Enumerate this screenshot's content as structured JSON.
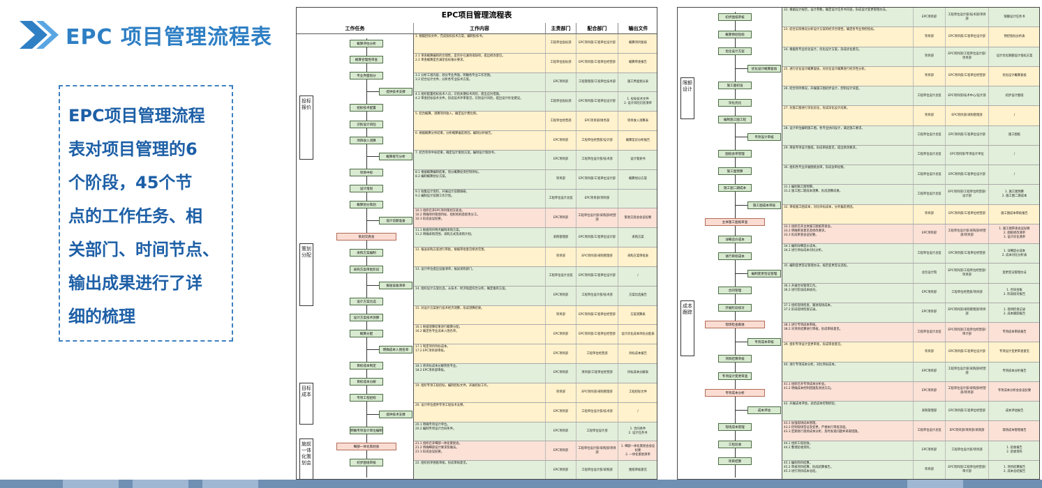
{
  "slide": {
    "title": "EPC 项目管理流程表",
    "description": [
      "EPC项目管理流程",
      "表对项目管理的6",
      "个阶段，45个节",
      "点的工作任务、相",
      "关部门、时间节点、",
      "输出成果进行了详",
      "细的梳理"
    ]
  },
  "document": {
    "title": "EPC项目管理流程表",
    "columns": [
      "工作任务",
      "工作内容",
      "主责部门",
      "配合部门",
      "输出文件"
    ]
  },
  "left_stages": [
    {
      "name": "投标\n报价"
    },
    {
      "name": "策划\n分配"
    },
    {
      "name": "目标\n成本"
    },
    {
      "name": "施前\n一体\n化策\n划会"
    }
  ],
  "left_nodes": [
    {
      "label": "概算评估分析",
      "color": "green"
    },
    {
      "label": "概算合理性审查",
      "color": "green"
    },
    {
      "label": "专业界面划分",
      "color": "green"
    },
    {
      "label": "提供技术支撑",
      "color": "green"
    },
    {
      "label": "招标技术配置",
      "color": "green"
    },
    {
      "label": "识别设计风险",
      "color": "green"
    },
    {
      "label": "项目收入测算",
      "color": "green"
    },
    {
      "label": "概算接写分析",
      "color": "green"
    },
    {
      "label": "项目中标",
      "color": "green"
    },
    {
      "label": "设计策划",
      "color": "green"
    },
    {
      "label": "概算划分策划",
      "color": "green"
    },
    {
      "label": "设计前期准备",
      "color": "green"
    },
    {
      "label": "策划交底会",
      "color": "pink"
    },
    {
      "label": "采购方案编制",
      "color": "green"
    },
    {
      "label": "采购方案审批阶段",
      "color": "green"
    },
    {
      "label": "报送设备清单",
      "color": "green"
    },
    {
      "label": "设计方案比选",
      "color": "green"
    },
    {
      "label": "设计方案技术测算",
      "color": "green"
    },
    {
      "label": "概算分配",
      "color": "green"
    },
    {
      "label": "明确成本入围名单",
      "color": "green"
    },
    {
      "label": "目标成本制定",
      "color": "green"
    },
    {
      "label": "目标成本分解",
      "color": "green"
    },
    {
      "label": "专项工程招标",
      "color": "green"
    },
    {
      "label": "提供技术支撑",
      "color": "green"
    },
    {
      "label": "明确专项设计单位编制合同条件",
      "color": "green"
    },
    {
      "label": "细部一体化策划会",
      "color": "pink"
    },
    {
      "label": "初步图纸审核",
      "color": "green"
    }
  ],
  "left_rows": [
    {
      "content": "1. 根据招标文件，完成投标技术方案，编制投标书。",
      "main": "工程单位投标部",
      "assist": "EPC项目部/工程单位设计部",
      "output": "概算项目复核",
      "color": "yellow"
    },
    {
      "content": "2.1 审查概算编制的合理性，是否存在漏项或缺项，提出修改意见。\n2.2 审查概算是否满足投标报价要求。",
      "main": "工程单位投标部",
      "assist": "EPC项目部/工程单位经营部",
      "output": "概算审查报告",
      "color": "yellow"
    },
    {
      "content": "3.1 分析工程内容，划分专业界面，明确各专业工作范围。\n3.2 结合设计文件，分析各专业技术方案。",
      "main": "EPC项目部",
      "assist": "工程管理部/工程单位技术部",
      "output": "施工界面划分表",
      "color": "green"
    },
    {
      "content": "4.1 组织配置招标技术人员，识别关键技术风险，提出应对措施。\n4.2 审查招标技术文件，形成技术评审意见，识别设计风险，提出设计优化建议。",
      "main": "工程单位投标部",
      "assist": "EPC项目部/工程单位设计部",
      "output": "1. 投标技术文件\n2. 设计风险识别清单",
      "color": "green"
    },
    {
      "content": "5. 结合概算，测算项目收入，确定设计费比例。",
      "main": "工程单位经营部",
      "assist": "EPC项目部/财务部",
      "output": "项目收入测算表",
      "color": "yellow"
    },
    {
      "content": "6. 根据概算分析结果，分析概算偏差原因，编制分析报告。",
      "main": "EPC项目部",
      "assist": "工程单位经营部/设计部",
      "output": "概算差异分析报告",
      "color": "yellow"
    },
    {
      "content": "7. 结合项目中标结果，确定设计策划方案，编制设计策划书。",
      "main": "EPC项目部",
      "assist": "工程单位设计部/技术部",
      "output": "设计策划书",
      "color": "green"
    },
    {
      "content": "8.1 根据概算编制结果，划分概算投资控制目标。\n8.2 编制概算划分方案。",
      "main": "项目部",
      "assist": "EPC项目部/工程单位设计部",
      "output": "概算划分方案",
      "color": "green"
    },
    {
      "content": "9.1 收集设计资料，开展设计前期调研。\n9.2 编制设计前期工作计划。",
      "main": "工程单位设计总监",
      "assist": "EPC项目部/项目部",
      "output": "",
      "color": "green"
    },
    {
      "content": "10.1 组织召开EPC项目策划交底会。\n10.2 明确项目管理目标、组织机构及职责分工。\n10.3 形成会议纪要。",
      "main": "EPC项目部",
      "assist": "工程单位设计部/采购部/经营部",
      "output": "策划交底会会议纪要",
      "color": "pink"
    },
    {
      "content": "11.1 根据项目特点编制采购方案。\n11.2 明确采购范围、采购方式及采购计划。",
      "main": "采购管理部",
      "assist": "EPC项目部/工程单位设计部",
      "output": "采购方案",
      "color": "green"
    },
    {
      "content": "12. 报送采购方案进行审批，根据审批意见修改完善。",
      "main": "项目部",
      "assist": "EPC项目部/采购管理部",
      "output": "采购方案审批表",
      "color": "yellow"
    },
    {
      "content": "13. 设计单位提出设备清单，报送采购部门。",
      "main": "工程单位设计总监",
      "assist": "EPC项目部/工程单位设计部",
      "output": "/",
      "color": "green"
    },
    {
      "content": "14. 组织设计方案比选，从技术、经济角度综合分析，确定推荐方案。",
      "main": "EPC项目部",
      "assist": "工程单位设计部/技术部",
      "output": "方案比选报告",
      "color": "green"
    },
    {
      "content": "15. 对设计方案进行技术经济测算，形成测算结果。",
      "main": "项目部",
      "assist": "EPC项目部/工程单位经营部",
      "output": "方案测算表",
      "color": "yellow"
    },
    {
      "content": "16.1 根据测算结果进行概算分配。\n16.2 确定各专业成本入围名单。",
      "main": "EPC项目部",
      "assist": "EPC项目部/工程单位经营部",
      "output": "设计优化成本目标分配表",
      "color": "yellow"
    },
    {
      "content": "17.1 制定项目目标成本。\n17.2 EPC项目部审核。",
      "main": "EPC项目部",
      "assist": "工程单位经营部",
      "output": "目标成本报告",
      "color": "yellow"
    },
    {
      "content": "18.1 将目标成本分解到各专业。\n18.2 EPC项目部审核。",
      "main": "EPC项目部",
      "assist": "项目部/工程单位经营部",
      "output": "目标成本分解表",
      "color": "green"
    },
    {
      "content": "19. 组织专项工程招标，编制招标文件，开展招标工作。",
      "main": "项目部",
      "assist": "EPC项目部/采购管理部",
      "output": "工程招标文件",
      "color": "yellow"
    },
    {
      "content": "20. 设计单位提供专项工程技术支撑。",
      "main": "EPC项目部",
      "assist": "工程单位设计部/技术部",
      "output": "/",
      "color": "yellow"
    },
    {
      "content": "20.1 明确专项设计单位。\n20.2 编制专项设计合同条件。",
      "main": "EPC项目部",
      "assist": "工程单位设计部",
      "output": "1. 合同条件\n2. 设计任务书",
      "color": "green"
    },
    {
      "content": "21.1 组织召开细部一体化策划会。\n21.2 明确细部设计要求及做法。\n21.3 形成会议纪要。",
      "main": "EPC项目部",
      "assist": "工程单位设计部/采购部/项目部",
      "output": "1. 细部一体化策划会会议纪要\n2. 一体化策划清单",
      "color": "pink"
    },
    {
      "content": "22. 组织初步图纸审核，形成审核意见。",
      "main": "EPC项目部",
      "assist": "工程单位设计部/采购部",
      "output": "图纸审核意见",
      "color": "green"
    }
  ],
  "right_stages": [
    {
      "name": "限额\n设计"
    },
    {
      "name": "成本\n跟踪"
    }
  ],
  "right_nodes": [
    {
      "label": "初步图纸审核",
      "color": "green"
    },
    {
      "label": "概算预控指标",
      "color": "green"
    },
    {
      "label": "优化设计方案",
      "color": "green"
    },
    {
      "label": "优化设计概算复核",
      "color": "green"
    },
    {
      "label": "施工图初设",
      "color": "green"
    },
    {
      "label": "深化优化",
      "color": "green"
    },
    {
      "label": "编制施工图工程",
      "color": "green"
    },
    {
      "label": "专项设计审核",
      "color": "green"
    },
    {
      "label": "图纸会审管理",
      "color": "green"
    },
    {
      "label": "施工图预算",
      "color": "green"
    },
    {
      "label": "施工图二期成本",
      "color": "green"
    },
    {
      "label": "施工图成本审核",
      "color": "green"
    },
    {
      "label": "主体施工图纸审查",
      "color": "pink"
    },
    {
      "label": "详细造价成本",
      "color": "green"
    },
    {
      "label": "进行目标成本",
      "color": "green"
    },
    {
      "label": "编制变更签证管理",
      "color": "green"
    },
    {
      "label": "合同管理",
      "color": "green"
    },
    {
      "label": "开展阶段核对",
      "color": "green"
    },
    {
      "label": "现场检查跟进",
      "color": "pink"
    },
    {
      "label": "专项成本审核",
      "color": "green"
    },
    {
      "label": "项目结算审核",
      "color": "green"
    },
    {
      "label": "专项设计变更审查",
      "color": "green"
    },
    {
      "label": "专项成本分析",
      "color": "pink"
    },
    {
      "label": "成本评估",
      "color": "green"
    },
    {
      "label": "现场成本管理",
      "color": "green"
    },
    {
      "label": "工程验收",
      "color": "green"
    },
    {
      "label": "项目结算",
      "color": "green"
    }
  ],
  "right_rows": [
    {
      "content": "22. 根据设计规范，设计参数，确定设计任务书内容，形成设计变更管理办法。",
      "main": "EPC项目部",
      "assist": "工程单位设计部/技术部/项目部",
      "output": "限额设计任务书",
      "color": "green"
    },
    {
      "content": "23. 结合实际情况分析设计方案的经济合理性，确定各专业预控指标。",
      "main": "项目部",
      "assist": "EPC项目部/工程单位设计部",
      "output": "预控指标分析表",
      "color": "yellow"
    },
    {
      "content": "24. 根据各专业优化设计，优化设计方案，形成优化意见。",
      "main": "项目部",
      "assist": "EPC项目部/工程单位设计部/项目部",
      "output": "设计优化限额设计指标方案",
      "color": "green"
    },
    {
      "content": "25. 进行优化设计概算复核，对优化设计概算进行经济性分析。",
      "main": "项目部",
      "assist": "EPC项目部/工程单位经营部",
      "output": "优化设计概算复核",
      "color": "yellow"
    },
    {
      "content": "26. 结合项目情况，开展施工图初步设计，控制设计深度。",
      "main": "工程单位设计总监",
      "assist": "EPC项目部/技术中心/设计部",
      "output": "初步设计图纸",
      "color": "green"
    },
    {
      "content": "27. 对施工图进行深化优化，形成深化设计成果。",
      "main": "项目部",
      "assist": "EPC项目部/采购管理部",
      "output": "/",
      "color": "yellow"
    },
    {
      "content": "28. 设计单位编制施工图，各专业协同设计，满足施工要求。",
      "main": "工程单位设计总监",
      "assist": "EPC项目部/工程单位设计部",
      "output": "施工图纸",
      "color": "green"
    },
    {
      "content": "29. 审核专项设计图纸，形成审核意见，提出修改要求。",
      "main": "工程单位设计总监",
      "assist": "EPC项目部/专项设计单位",
      "output": "/",
      "color": "green"
    },
    {
      "content": "30. 组织各专业开展图纸会审，形成会审纪要。",
      "main": "工程单位设计总监",
      "assist": "EPC项目部/工程单位设计部",
      "output": "/",
      "color": "green"
    },
    {
      "content": "31.1 编制施工图预算。\n31.2 施工图二期成本测算，形成测算成果。",
      "main": "工程单位设计总监",
      "assist": "EPC项目部/工程单位经营部/设计部",
      "output": "1. 施工图预算\n2. 施工图二期成本",
      "color": "green"
    },
    {
      "content": "32. 审核施工图成本，对比目标成本，分析偏差原因。",
      "main": "项目部",
      "assist": "EPC项目部/工程单位经营部",
      "output": "施工图成本审核报告",
      "color": "yellow"
    },
    {
      "content": "33.1 组织召开主体施工图纸审查会。\n33.2 明确审查意见及修改要求。\n33.3 形成审查会议纪要。",
      "main": "EPC项目部",
      "assist": "工程单位设计部/采购部/经营部/项目部",
      "output": "1. 施工图审查会议纪要\n2. 图纸修改清单\n3. 设计优化清单",
      "color": "pink"
    },
    {
      "content": "34.1 编制详细造价成本。\n34.2 进行目标成本对比分析。",
      "main": "工程单位设计总监",
      "assist": "EPC项目部/工程单位经营部",
      "output": "1. 详细造价成本\n2. 成本对比分析表",
      "color": "green"
    },
    {
      "content": "35. 编制变更签证管理办法，规范变更签证流程。",
      "main": "总包设计院",
      "assist": "EPC项目部/工程单位经营部/项目部",
      "output": "变更签证管理办法",
      "color": "green"
    },
    {
      "content": "36.1 开展合同管理工作。\n36.2 进行阶段成本核对。",
      "main": "EPC项目部",
      "assist": "工程单位经营部/项目部",
      "output": "1. 合同台账\n2. 阶段核对报告",
      "color": "green"
    },
    {
      "content": "37.1 组织现场检查，跟进现场成本。\n37.2 形成现场检查记录。",
      "main": "EPC项目部",
      "assist": "EPC项目部/采购管理部/项目部",
      "output": "1. 现场检查记录\n2. 成本跟踪报告",
      "color": "green"
    },
    {
      "content": "38.1 进行专项成本审核。\n38.2 对项目结算进行审核，形成审核意见。",
      "main": "工程单位设计总监",
      "assist": "EPC项目部/工程单位经营部/审计部",
      "output": "专项成本审核报告",
      "color": "pink"
    },
    {
      "content": "39. 组织专项设计变更审查，形成审查意见。",
      "main": "项目部",
      "assist": "EPC项目部/工程单位设计部",
      "output": "专项设计变更审查意见",
      "color": "yellow"
    },
    {
      "content": "40. 进行专项成本分析，对比目标成本。",
      "main": "EPC项目部",
      "assist": "工程单位设计部/采购部/经营部",
      "output": "专项成本分析报告",
      "color": "green"
    },
    {
      "content": "41.1 组织召开专项成本分析会。\n41.2 明确成本控制措施及改进方向。",
      "main": "EPC项目部",
      "assist": "工程单位设计部/采购部/经营部/项目部",
      "output": "专项成本分析会会议纪要",
      "color": "pink"
    },
    {
      "content": "42. 开展成本评估，总结成本控制经验。",
      "main": "采购管理部",
      "assist": "EPC项目部/工程单位经营部",
      "output": "成本评估报告",
      "color": "green"
    },
    {
      "content": "43.1 加强现场成本管理。\n43.2 控制现场签证及变更，严格执行审批流程。\n43.3 定期进行现场成本分析，及时发现问题并采取措施。",
      "main": "工程单位设计总监",
      "assist": "EPC项目部/项目部/采购部",
      "output": "现场成本管理报告",
      "color": "pink"
    },
    {
      "content": "44.1 组织工程验收。\n44.2 整理验收资料。",
      "main": "EPC项目部",
      "assist": "工程单位设计部/项目部",
      "output": "1. 验收报告\n2. 验收资料",
      "color": "green"
    },
    {
      "content": "45.1 编制项目结算。\n45.2 审核项目结算，形成结算报告。\n45.3 进行项目成本总结。",
      "main": "项目部",
      "assist": "EPC项目部/工程单位经营部/审计部",
      "output": "1. 项目结算报告\n2. 成本总结报告",
      "color": "green"
    }
  ],
  "colors": {
    "accent": "#2e7fc4",
    "text_blue": "#1d5fa6",
    "row_green": "#e2efda",
    "row_yellow": "#fff2cc",
    "row_pink": "#fbe1d6",
    "node_green": "#d8ead0",
    "node_pink": "#fbdcd2"
  }
}
